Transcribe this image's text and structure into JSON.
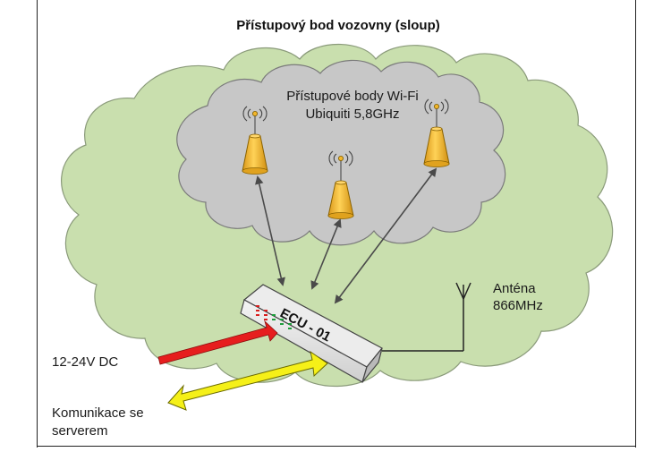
{
  "title": "Přístupový bod vozovny (sloup)",
  "wifi_cloud": {
    "label_line1": "Přístupové body Wi-Fi",
    "label_line2": "Ubiquiti 5,8GHz",
    "access_point_count": 3
  },
  "device": {
    "label": "ECU - 01"
  },
  "antenna": {
    "label_line1": "Anténa",
    "label_line2": "866MHz"
  },
  "power_input": {
    "label": "12-24V DC"
  },
  "server_link": {
    "label_line1": "Komunikace se",
    "label_line2": "serverem"
  },
  "colors": {
    "outer_cloud": "#c9dfae",
    "inner_cloud": "#c7c7c7",
    "access_point": "#f2b62a",
    "power_arrow": "#e61e1e",
    "server_arrow": "#f5f018",
    "link_arrow": "#4a4a4a",
    "led_red": "#d81f1f",
    "led_green": "#1e9e3c"
  },
  "icons": [
    "access-point-icon",
    "antenna-icon",
    "signal-waves-icon"
  ]
}
